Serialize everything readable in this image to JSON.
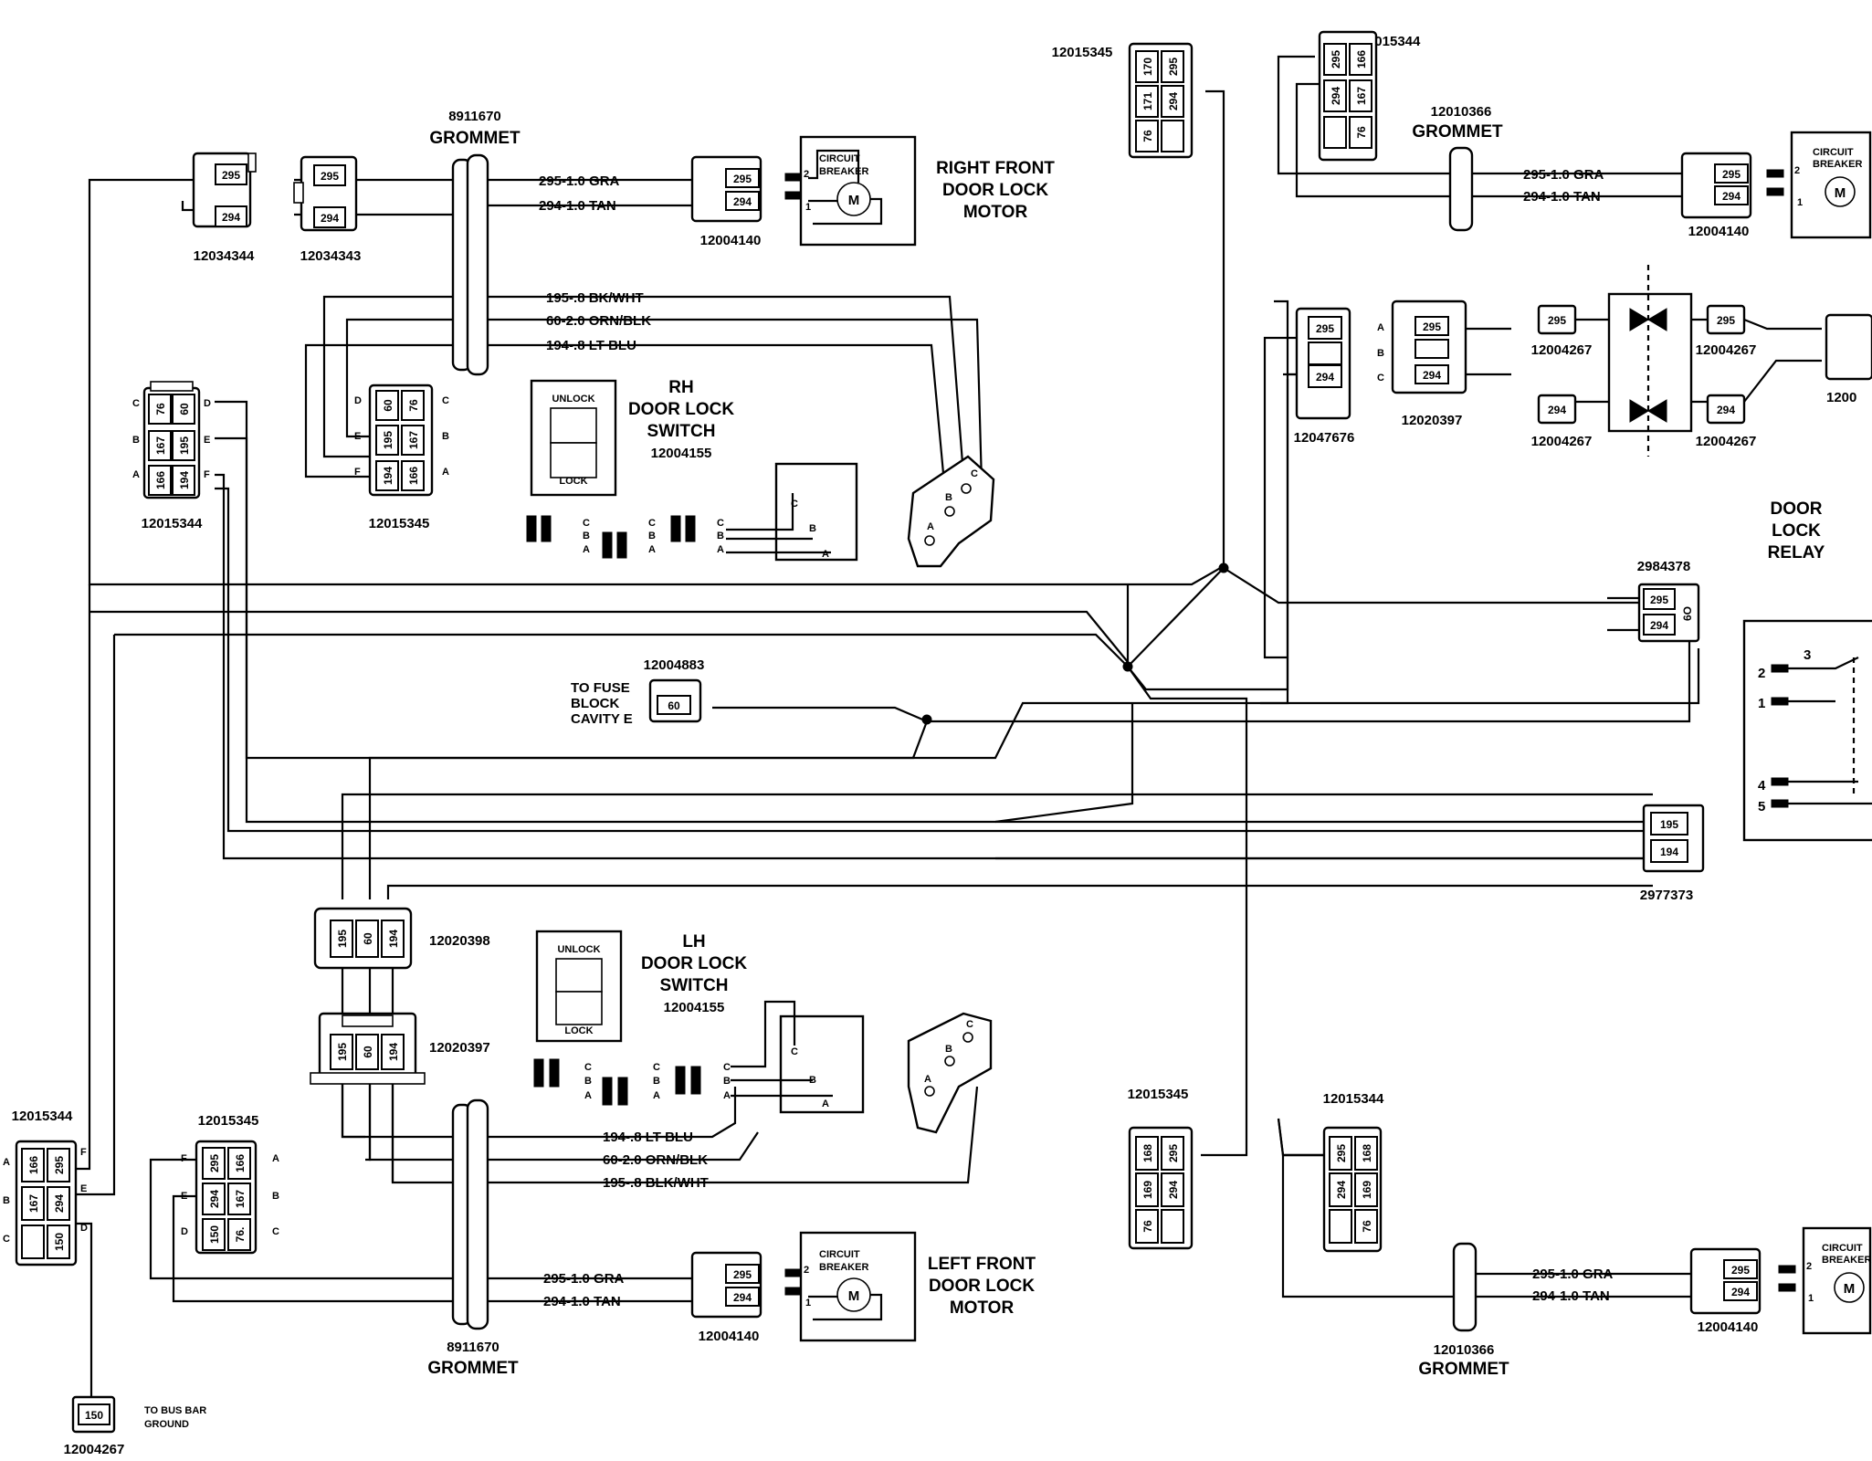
{
  "labels": {
    "grommet": "GROMMET",
    "grommet_pn": "8911670",
    "grommet_pn_right": "12010366",
    "circuit_breaker_1": "CIRCUIT",
    "circuit_breaker_2": "BREAKER",
    "motor_m": "M",
    "rf_motor": [
      "RIGHT FRONT",
      "DOOR LOCK",
      "MOTOR"
    ],
    "lf_motor": [
      "LEFT FRONT",
      "DOOR LOCK",
      "MOTOR"
    ],
    "rh_switch": [
      "RH",
      "DOOR LOCK",
      "SWITCH"
    ],
    "lh_switch": [
      "LH",
      "DOOR LOCK",
      "SWITCH"
    ],
    "switch_pn": "12004155",
    "unlock": "UNLOCK",
    "lock": "LOCK",
    "door_lock_relay": [
      "DOOR",
      "LOCK",
      "RELAY"
    ],
    "to_fuse": [
      "TO FUSE",
      "BLOCK",
      "CAVITY E"
    ],
    "to_bus": [
      "TO BUS BAR",
      "GROUND"
    ],
    "pin_a": "A",
    "pin_b": "B",
    "pin_c": "C",
    "pin_d": "D",
    "pin_e": "E",
    "pin_f": "F"
  },
  "parts": {
    "p12034344": "12034344",
    "p12034343": "12034343",
    "p12004140": "12004140",
    "p12015344": "12015344",
    "p12015345": "12015345",
    "p12047676": "12047676",
    "p12020397": "12020397",
    "p12004267": "12004267",
    "p12004883": "12004883",
    "p2984378": "2984378",
    "p2977373": "2977373",
    "p12020398": "12020398",
    "p1200": "1200"
  },
  "wires": {
    "w295_gra": "295-1.0 GRA",
    "w294_tan": "294-1.0 TAN",
    "w195_rh": "195-.8 BK/WHT",
    "w60_rh": "60-2.0 ORN/BLK",
    "w194_rh": "194-.8 LT BLU",
    "w194_lh": "194-.8 LT BLU",
    "w60_lh": "60-2.0 ORN/BLK",
    "w195_lh": "195-.8 BLK/WHT"
  },
  "circuits": {
    "c295": "295",
    "c294": "294",
    "c195": "195",
    "c194": "194",
    "c60": "60",
    "c76": "76",
    "c167": "167",
    "c166": "166",
    "c150": "150",
    "c170": "170",
    "c171": "171",
    "c169": "169",
    "c168": "168",
    "c76dot": "76.",
    "c60s": "6O"
  },
  "relay_pins": {
    "p1": "1",
    "p2": "2",
    "p3": "3",
    "p4": "4",
    "p5": "5"
  }
}
